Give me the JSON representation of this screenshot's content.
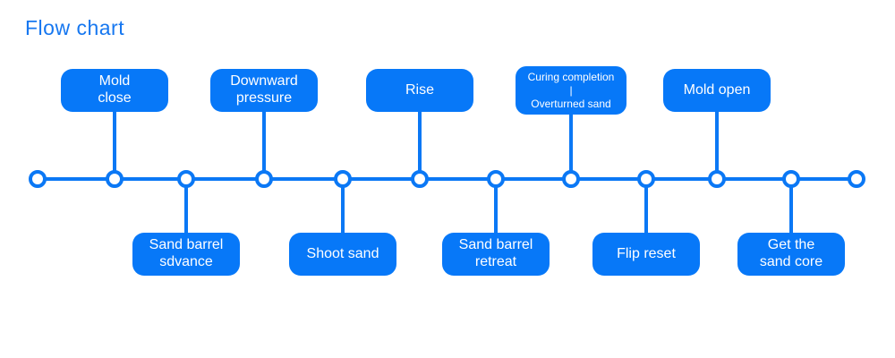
{
  "colors": {
    "accent": "#0b78f5",
    "box_fill": "#0778f8",
    "box_text": "#ffffff",
    "title_color": "#1677f0"
  },
  "flow": {
    "title": "Flow chart",
    "type": "timeline-flowchart",
    "steps": [
      {
        "order": 1,
        "side": "top",
        "label": "Mold\nclose"
      },
      {
        "order": 2,
        "side": "bottom",
        "label": "Sand barrel\nsdvance"
      },
      {
        "order": 3,
        "side": "top",
        "label": "Downward\npressure"
      },
      {
        "order": 4,
        "side": "bottom",
        "label": "Shoot sand"
      },
      {
        "order": 5,
        "side": "top",
        "label": "Rise"
      },
      {
        "order": 6,
        "side": "bottom",
        "label": "Sand barrel\nretreat"
      },
      {
        "order": 7,
        "side": "top",
        "label": "Curing completion\n|\nOverturned sand"
      },
      {
        "order": 8,
        "side": "bottom",
        "label": "Flip reset"
      },
      {
        "order": 9,
        "side": "top",
        "label": "Mold open"
      },
      {
        "order": 10,
        "side": "bottom",
        "label": "Get the\nsand core"
      }
    ]
  }
}
